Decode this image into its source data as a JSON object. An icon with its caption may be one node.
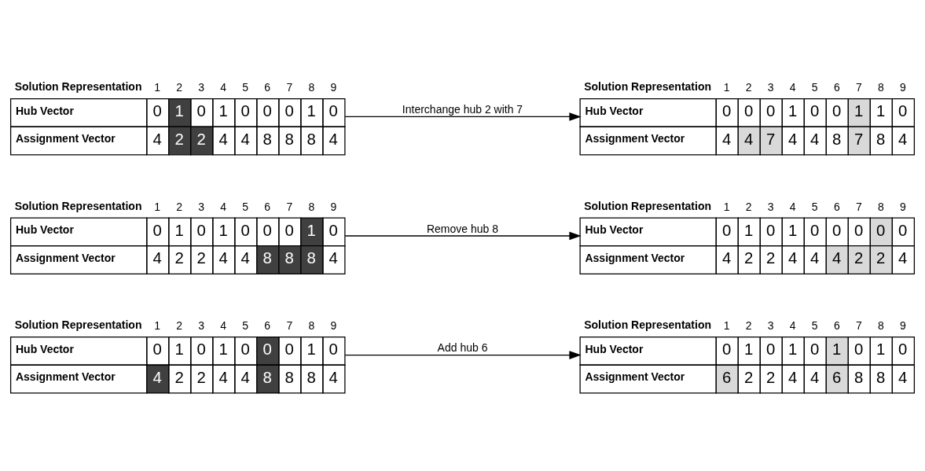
{
  "diagram": {
    "nodes": [
      {
        "text": [
          "Solution Representation",
          "1",
          "2",
          "3",
          "4",
          "5",
          "6",
          "7",
          "8",
          "9",
          "Hub Vector",
          "0",
          "1",
          "0",
          "1",
          "0",
          "0",
          "0",
          "1",
          "0",
          "Assignment Vector",
          "4",
          "2",
          "2",
          "4",
          "4",
          "8",
          "8",
          "8",
          "4"
        ]
      },
      {
        "text": [
          "Solution Representation",
          "1",
          "2",
          "3",
          "4",
          "5",
          "6",
          "7",
          "8",
          "9",
          "Hub Vector",
          "0",
          "1",
          "0",
          "1",
          "0",
          "1",
          "0",
          "1",
          "0",
          "Assignment Vector",
          "6",
          "2",
          "2",
          "4",
          "4",
          "6",
          "8",
          "8",
          "4"
        ]
      },
      {
        "text": [
          "Solution Representation",
          "1",
          "2",
          "3",
          "4",
          "5",
          "6",
          "7",
          "8",
          "9",
          "Hub Vector",
          "0",
          "1",
          "0",
          "1",
          "0",
          "0",
          "0",
          "1",
          "0",
          "Assignment Vector",
          "4",
          "2",
          "2",
          "4",
          "4",
          "8",
          "8",
          "8",
          "4"
        ]
      },
      {
        "text": [
          "Solution Representation",
          "1",
          "2",
          "3",
          "4",
          "5",
          "6",
          "7",
          "8",
          "9",
          "Hub Vector",
          "0",
          "1",
          "0",
          "1",
          "0",
          "0",
          "0",
          "0",
          "0",
          "Assignment Vector",
          "4",
          "2",
          "2",
          "4",
          "4",
          "4",
          "2",
          "2",
          "4"
        ]
      },
      {
        "text": [
          "Solution Representation",
          "1",
          "2",
          "3",
          "4",
          "5",
          "6",
          "7",
          "8",
          "9",
          "Hub Vector",
          "0",
          "1",
          "0",
          "1",
          "0",
          "0",
          "0",
          "1",
          "0",
          "Assignment Vector",
          "4",
          "2",
          "2",
          "4",
          "4",
          "8",
          "8",
          "8",
          "4"
        ]
      },
      {
        "text": [
          "Solution Representation",
          "1",
          "2",
          "3",
          "4",
          "5",
          "6",
          "7",
          "8",
          "9",
          "Hub Vector",
          "0",
          "0",
          "0",
          "1",
          "0",
          "0",
          "1",
          "1",
          "0",
          "Assignment Vector",
          "4",
          "4",
          "7",
          "4",
          "4",
          "8",
          "7",
          "8",
          "4"
        ]
      }
    ],
    "edges": [
      {
        "from": 0,
        "to": 1,
        "arrow": "to",
        "label": "Add hub 6"
      },
      {
        "from": 2,
        "to": 3,
        "arrow": "to",
        "label": "Remove hub 8"
      },
      {
        "from": 4,
        "to": 5,
        "arrow": "to",
        "label": "Interchange hub 2 with 7"
      }
    ]
  }
}
